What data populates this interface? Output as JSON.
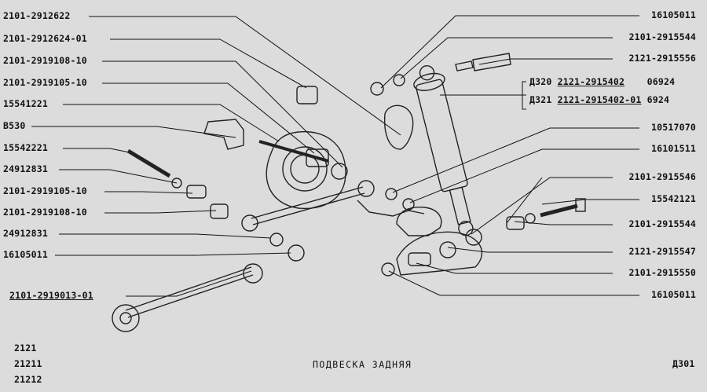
{
  "left_labels": [
    "2101-2912622",
    "2101-2912624-01",
    "2101-2919108-10",
    "2101-2919105-10",
    "15541221",
    "B530",
    "15542221",
    "24912831",
    "2101-2919105-10",
    "2101-2919108-10",
    "24912831",
    "16105011",
    "2101-2919013-01"
  ],
  "right_labels": [
    "16105011",
    "2101-2915544",
    "2121-2915556",
    "10517070",
    "16101511",
    "2101-2915546",
    "15542121",
    "2101-2915544",
    "2121-2915547",
    "2101-2915550",
    "16105011"
  ],
  "variants": [
    {
      "prefix": "Д320",
      "part": "2121-2915402",
      "suffix": "06924"
    },
    {
      "prefix": "Д321",
      "part": "2121-2915402-01",
      "suffix": "6924"
    }
  ],
  "models": [
    "2121",
    "21211",
    "21212"
  ],
  "title": "ПОДВЕСКА ЗАДНЯЯ",
  "page_code": "Д301",
  "colors": {
    "background": "#dcdcdc",
    "ink": "#111111"
  }
}
